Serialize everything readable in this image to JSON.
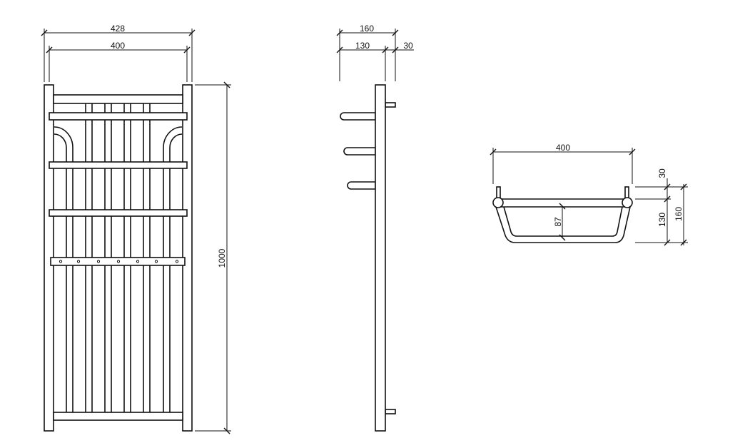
{
  "front_view": {
    "overall_width": "428",
    "inner_width": "400",
    "height": "1000"
  },
  "side_view": {
    "total_depth": "160",
    "hook_depth": "130",
    "pin_depth": "30"
  },
  "top_view": {
    "width": "400",
    "tray_depth": "87",
    "pin_height": "30",
    "tray_height": "130",
    "total_height": "160"
  },
  "colors": {
    "line": "#111111",
    "background": "#ffffff"
  }
}
